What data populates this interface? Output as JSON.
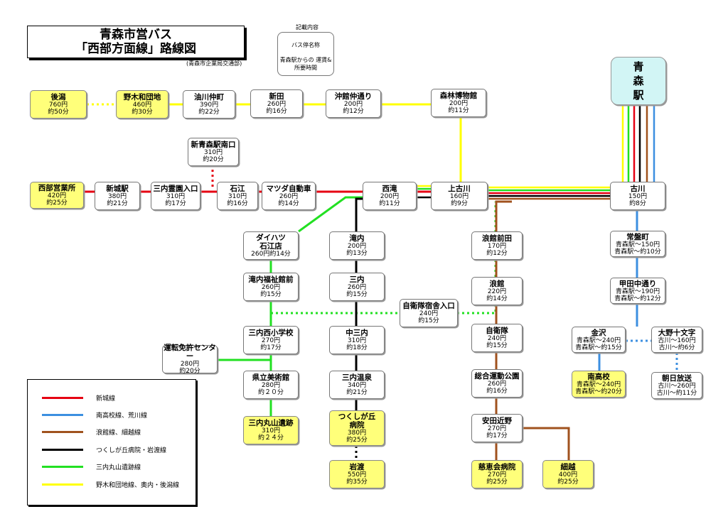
{
  "header": {
    "title_line1": "青森市営バス",
    "title_line2": "「西部方面線」路線図",
    "publisher": "(青森市企業局交通部)"
  },
  "notation": {
    "heading": "記載内容",
    "stop_name": "バス停名称",
    "fare_time": "青森駅からの 運賃&所要時間"
  },
  "colors": {
    "red": "#e60012",
    "blue": "#3c8fe0",
    "brown": "#a0521e",
    "black": "#000000",
    "green": "#22e022",
    "yellow": "#ffff00"
  },
  "legend": [
    {
      "label": "新城線",
      "color": "#e60012"
    },
    {
      "label": "南高校線、荒川線",
      "color": "#3c8fe0"
    },
    {
      "label": "浪館線、細越線",
      "color": "#a0521e"
    },
    {
      "label": "つくしが丘病院・岩渡線",
      "color": "#000000"
    },
    {
      "label": "三内丸山遺跡線",
      "color": "#22e022"
    },
    {
      "label": "野木和団地線、奥内・後潟線",
      "color": "#ffff00"
    }
  ],
  "stops": {
    "aomori": {
      "name_lines": [
        "青",
        "森",
        "駅"
      ]
    },
    "ushirogata": {
      "name": "後潟",
      "fare": "760円",
      "time": "約50分"
    },
    "nogiwa": {
      "name": "野木和団地",
      "fare": "460円",
      "time": "約30分"
    },
    "aburakawa": {
      "name": "油川仲町",
      "fare": "390円",
      "time": "約22分"
    },
    "nitta": {
      "name": "新田",
      "fare": "260円",
      "time": "約16分"
    },
    "okidate": {
      "name": "沖館仲通り",
      "fare": "200円",
      "time": "約12分"
    },
    "shinrin": {
      "name": "森林博物館",
      "fare": "200円",
      "time": "約11分"
    },
    "shinaomori": {
      "name": "新青森駅南口",
      "fare": "310円",
      "time": "約20分"
    },
    "seibu": {
      "name": "西部営業所",
      "fare": "420円",
      "time": "約25分"
    },
    "shinjo": {
      "name": "新城駅",
      "fare": "380円",
      "time": "約21分"
    },
    "sannai_reien": {
      "name": "三内霊園入口",
      "fare": "310円",
      "time": "約17分"
    },
    "ishie": {
      "name": "石江",
      "fare": "310円",
      "time": "約16分"
    },
    "mazda": {
      "name": "マツダ自動車",
      "fare": "260円",
      "time": "約14分"
    },
    "nishitaki": {
      "name": "西滝",
      "fare": "200円",
      "time": "約11分"
    },
    "kamifurukawa": {
      "name": "上古川",
      "fare": "160円",
      "time": "約9分"
    },
    "furukawa": {
      "name": "古川",
      "fare": "150円",
      "time": "約8分"
    },
    "daihatsu": {
      "name1": "ダイハツ",
      "name2": "石江店",
      "faretime": "260円約14分"
    },
    "takiuchi_fukushi": {
      "name": "滝内福祉館前",
      "fare": "260円",
      "time": "約15分"
    },
    "sannai_nishi": {
      "name": "三内西小学校",
      "fare": "270円",
      "time": "約17分"
    },
    "kenritsu": {
      "name": "県立美術館",
      "fare": "280円",
      "time": "約２０分"
    },
    "sannai_maruyama": {
      "name": "三内丸山遺跡",
      "fare": "310円",
      "time": "約２４分"
    },
    "unten": {
      "name": "運転免許センター",
      "fare": "280円",
      "time": "約20分"
    },
    "takiuchi": {
      "name": "滝内",
      "fare": "200円",
      "time": "約13分"
    },
    "sannai": {
      "name": "三内",
      "fare": "260円",
      "time": "約15分"
    },
    "nakasannai": {
      "name": "中三内",
      "fare": "310円",
      "time": "約18分"
    },
    "sannai_onsen": {
      "name": "三内温泉",
      "fare": "340円",
      "time": "約21分"
    },
    "tsukushigaoka": {
      "name1": "つくしが丘",
      "name2": "病院",
      "fare": "380円",
      "time": "約25分"
    },
    "iwatari": {
      "name": "岩渡",
      "fare": "550円",
      "time": "約35分"
    },
    "jieitai_shukusha": {
      "name": "自衛隊宿舎入口",
      "fare": "240円",
      "time": "約15分"
    },
    "namidate_maeda": {
      "name": "浪館前田",
      "fare": "170円",
      "time": "約12分"
    },
    "namidate": {
      "name": "浪館",
      "fare": "220円",
      "time": "約14分"
    },
    "jieitai": {
      "name": "自衛隊",
      "fare": "240円",
      "time": "約15分"
    },
    "sogo": {
      "name": "総合運動公園",
      "fare": "260円",
      "time": "約16分"
    },
    "yasuta": {
      "name": "安田近野",
      "fare": "270円",
      "time": "約17分"
    },
    "jikeikai": {
      "name": "慈恵会病院",
      "fare": "270円",
      "time": "約25分"
    },
    "hosogoe": {
      "name": "細越",
      "fare": "400円",
      "time": "約25分"
    },
    "tokiwa": {
      "name": "常盤町",
      "fare": "青森駅～150円",
      "time": "青森駅～約10分"
    },
    "koudachu": {
      "name": "甲田中通り",
      "fare": "青森駅～190円",
      "time": "青森駅～約12分"
    },
    "kanazawa": {
      "name": "金沢",
      "fare": "青森駅～240円",
      "time": "青森駅～約15分"
    },
    "minamikou": {
      "name": "南高校",
      "fare": "青森駅～240円",
      "time": "青森駅～約20分"
    },
    "ono": {
      "name": "大野十文字",
      "fare": "古川～160円",
      "time": "古川～約6分"
    },
    "asahi": {
      "name": "朝日放送",
      "fare": "古川～260円",
      "time": "古川～約11分"
    }
  }
}
